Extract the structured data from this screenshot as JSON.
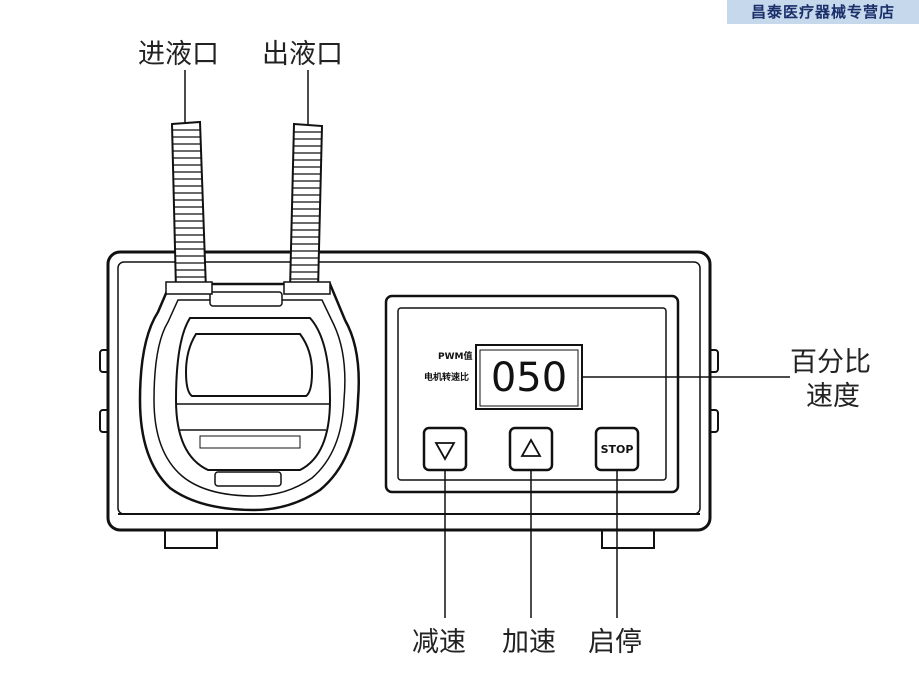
{
  "watermark": "昌泰医疗器械专营店",
  "labels": {
    "inlet": "进液口",
    "outlet": "出液口",
    "speed_line1": "百分比",
    "speed_line2": "速度",
    "decelerate": "减速",
    "accelerate": "加速",
    "start_stop": "启停"
  },
  "panel": {
    "pwm_label": "PWM值",
    "motor_label": "电机转速比",
    "display_value": "050",
    "stop_button": "STOP"
  },
  "buttons": {
    "down_icon": "down-triangle-icon",
    "up_icon": "up-triangle-icon"
  },
  "colors": {
    "line": "#111111",
    "watermark_bg": "#c6d8ec",
    "watermark_text": "#1a2e6a"
  }
}
